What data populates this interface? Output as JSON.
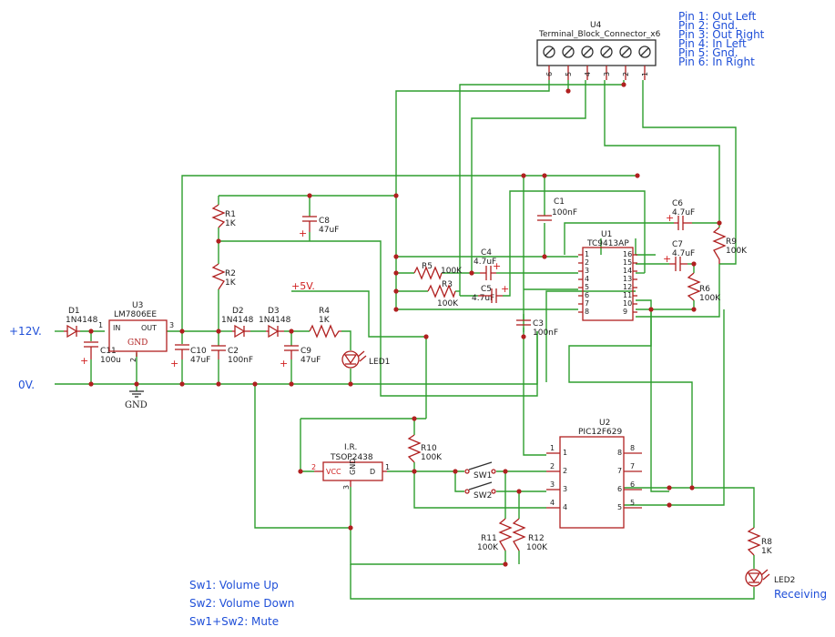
{
  "pin_legend": [
    "Pin 1: Out Left",
    "Pin 2: Gnd.",
    "Pin 3: Out Right",
    "Pin 4: In Left",
    "Pin 5: Gnd.",
    "Pin 6: In Right"
  ],
  "net_labels": {
    "v12": "+12V.",
    "v0": "0V.",
    "v5": "+5V.",
    "gnd": "GND"
  },
  "notes": [
    "Sw1: Volume Up",
    "Sw2: Volume Down",
    "Sw1+Sw2: Mute"
  ],
  "u4": {
    "ref": "U4",
    "value": "Terminal_Block_Connector_x6",
    "pins": [
      "6",
      "5",
      "4",
      "3",
      "2",
      "1"
    ]
  },
  "u3": {
    "ref": "U3",
    "value": "LM7806EE",
    "in": "IN",
    "out": "OUT",
    "gnd": "GND",
    "p1": "1",
    "p2": "2",
    "p3": "3"
  },
  "u1": {
    "ref": "U1",
    "value": "TC9413AP",
    "left": [
      "1",
      "2",
      "3",
      "4",
      "5",
      "6",
      "7",
      "8"
    ],
    "right": [
      "16",
      "15",
      "14",
      "13",
      "12",
      "11",
      "10",
      "9"
    ]
  },
  "u2": {
    "ref": "U2",
    "value": "PIC12F629",
    "left": [
      "1",
      "2",
      "3",
      "4"
    ],
    "right": [
      "8",
      "7",
      "6",
      "5"
    ]
  },
  "ir": {
    "title": "I.R.",
    "value": "TSOP2438",
    "vcc": "VCC",
    "gnd": "GND",
    "d": "D",
    "p1": "1",
    "p2": "2",
    "p3": "3"
  },
  "d1": {
    "ref": "D1",
    "value": "1N4148"
  },
  "d2": {
    "ref": "D2",
    "value": "1N4148"
  },
  "d3": {
    "ref": "D3",
    "value": "1N4148"
  },
  "c11": {
    "ref": "C11",
    "value": "100u"
  },
  "c10": {
    "ref": "C10",
    "value": "47uF"
  },
  "c2": {
    "ref": "C2",
    "value": "100nF"
  },
  "c9": {
    "ref": "C9",
    "value": "47uF"
  },
  "c8": {
    "ref": "C8",
    "value": "47uF"
  },
  "c1": {
    "ref": "C1",
    "value": "100nF"
  },
  "c3": {
    "ref": "C3",
    "value": "100nF"
  },
  "c4": {
    "ref": "C4",
    "value": "4.7uF"
  },
  "c5": {
    "ref": "C5",
    "value": "4.7uF"
  },
  "c6": {
    "ref": "C6",
    "value": "4.7uF"
  },
  "c7": {
    "ref": "C7",
    "value": "4.7uF"
  },
  "r1": {
    "ref": "R1",
    "value": "1K"
  },
  "r2": {
    "ref": "R2",
    "value": "1K"
  },
  "r3": {
    "ref": "R3",
    "value": "100K"
  },
  "r4": {
    "ref": "R4",
    "value": "1K"
  },
  "r5": {
    "ref": "R5",
    "value": "100K"
  },
  "r6": {
    "ref": "R6",
    "value": "100K"
  },
  "r8": {
    "ref": "R8",
    "value": "1K"
  },
  "r9": {
    "ref": "R9",
    "value": "100K"
  },
  "r10": {
    "ref": "R10",
    "value": "100K"
  },
  "r11": {
    "ref": "R11",
    "value": "100K"
  },
  "r12": {
    "ref": "R12",
    "value": "100K"
  },
  "led1": {
    "ref": "LED1"
  },
  "led2": {
    "ref": "LED2",
    "value": "Receiving"
  },
  "sw1": {
    "ref": "SW1"
  },
  "sw2": {
    "ref": "SW2"
  },
  "pin_numbers": {
    "p1": "1",
    "p2": "2",
    "p3": "3"
  }
}
